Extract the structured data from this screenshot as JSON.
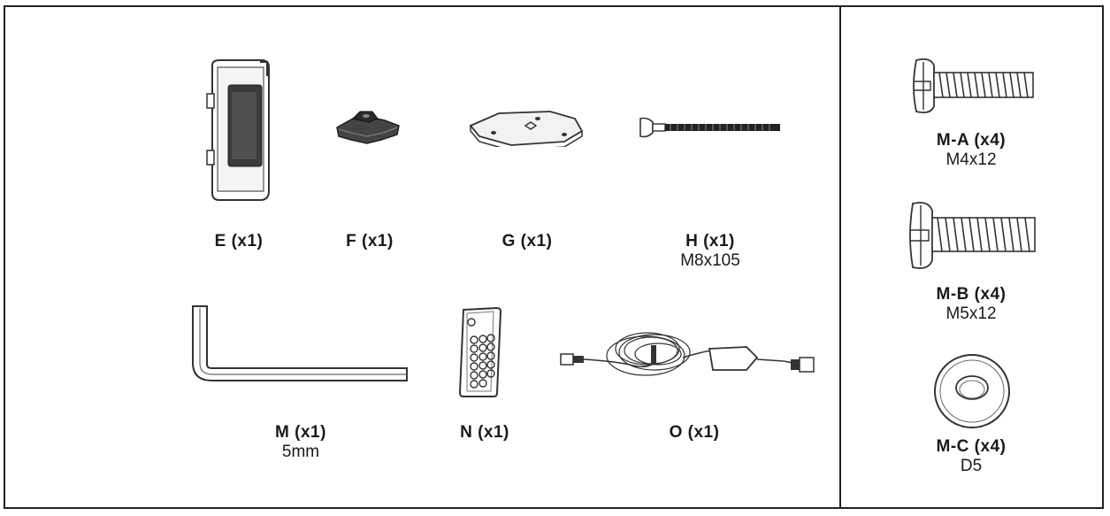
{
  "parts": {
    "E": {
      "name": "E (x1)"
    },
    "F": {
      "name": "F (x1)"
    },
    "G": {
      "name": "G (x1)"
    },
    "H": {
      "name": "H (x1)",
      "spec": "M8x105"
    },
    "M": {
      "name": "M (x1)",
      "spec": "5mm"
    },
    "N": {
      "name": "N (x1)"
    },
    "O": {
      "name": "O (x1)"
    },
    "MA": {
      "name": "M-A (x4)",
      "spec": "M4x12"
    },
    "MB": {
      "name": "M-B (x4)",
      "spec": "M5x12"
    },
    "MC": {
      "name": "M-C (x4)",
      "spec": "D5"
    }
  },
  "icons": [
    "clip-bracket-icon",
    "knob-icon",
    "mounting-plate-icon",
    "long-bolt-icon",
    "hex-key-icon",
    "remote-control-icon",
    "cable-with-controller-icon",
    "screw-icon",
    "washer-icon"
  ]
}
